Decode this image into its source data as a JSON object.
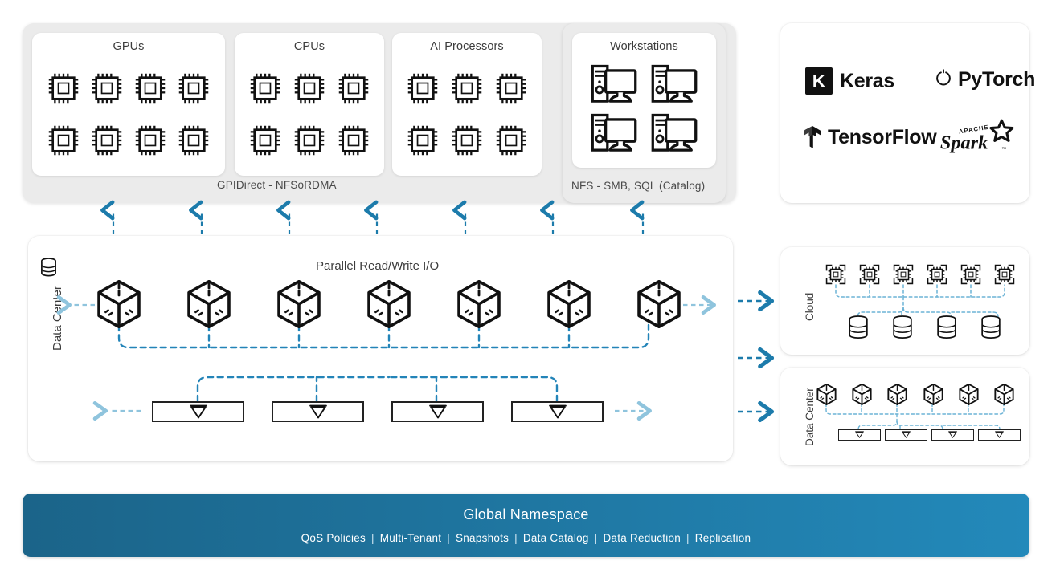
{
  "colors": {
    "arrow_dark": "#1c7bab",
    "arrow_light": "#8fc4dd",
    "connector": "#2384b8",
    "connector_light": "#6cb3d6",
    "panel_gray": "#ebebeb",
    "banner_from": "#1b6489",
    "banner_to": "#2389ba",
    "ink": "#1a1a1a"
  },
  "compute": {
    "protocol_label": "GPIDirect  -  NFSoRDMA",
    "groups": [
      {
        "title": "GPUs",
        "icon": "chip-icon",
        "count": 8,
        "cols": 4,
        "rows": 2
      },
      {
        "title": "CPUs",
        "icon": "chip-icon",
        "count": 6,
        "cols": 3,
        "rows": 2
      },
      {
        "title": "AI Processors",
        "icon": "chip-icon",
        "count": 6,
        "cols": 3,
        "rows": 2
      }
    ]
  },
  "workstations": {
    "title": "Workstations",
    "icon": "workstation-icon",
    "count": 4,
    "cols": 2,
    "rows": 2,
    "protocol_label": "NFS - SMB, SQL (Catalog)"
  },
  "frameworks": {
    "items": [
      {
        "name": "Keras",
        "mark": "K",
        "icon": "keras-logo-icon"
      },
      {
        "name": "PyTorch",
        "mark": "",
        "icon": "pytorch-logo-icon"
      },
      {
        "name": "TensorFlow",
        "mark": "",
        "icon": "tensorflow-logo-icon"
      },
      {
        "name": "Spark",
        "mark": "APACHE",
        "icon": "spark-logo-icon"
      }
    ]
  },
  "main_panel": {
    "side_label": "Data Center",
    "side_icon": "database-icon",
    "title": "Parallel Read/Write I/O",
    "node_count": 7,
    "node_icon": "cube-node-icon",
    "drive_count": 4,
    "drive_icon": "storage-drive-icon"
  },
  "cloud_panel": {
    "side_label": "Cloud",
    "chip_count": 6,
    "chip_icon": "cloud-chip-icon",
    "db_count": 4,
    "db_icon": "database-icon"
  },
  "dc_panel": {
    "side_label": "Data Center",
    "node_count": 6,
    "node_icon": "cube-node-icon",
    "drive_count": 4,
    "drive_icon": "storage-drive-icon"
  },
  "banner": {
    "title": "Global Namespace",
    "features": [
      "QoS Policies",
      "Multi-Tenant",
      "Snapshots",
      "Data Catalog",
      "Data Reduction",
      "Replication"
    ],
    "separator": "|"
  }
}
